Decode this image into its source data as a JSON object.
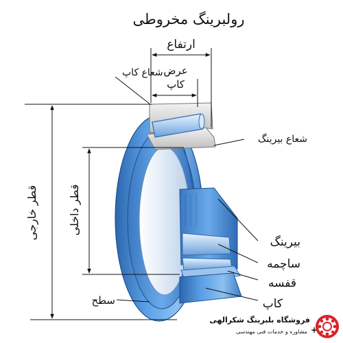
{
  "title": "رولبرینگ مخروطی",
  "labels": {
    "height": "ارتفاع",
    "cup_width_line1": "عرض",
    "cup_width_line2": "کاپ",
    "cup_radius": "شعاع کاپ",
    "bearing_radius": "شعاع بیرینگ",
    "outer_diameter": "قطر خارجی",
    "inner_diameter": "قطر داخلی",
    "bearing": "بیرینگ",
    "roller": "ساچمه",
    "cage": "قفسه",
    "cup": "کاپ",
    "surface": "سطح"
  },
  "logo": {
    "name": "فروشگاه بلبرینگ شکرالهی",
    "tagline": "مشاوره و خدمات فنی مهندسی",
    "plus": "+"
  },
  "colors": {
    "outer_ring": "#5aa0e6",
    "outer_ring_dark": "#2f6fb8",
    "inner_ring": "#4f94e0",
    "bore": "#dbe8f7",
    "roller": "#bcd7f2",
    "section_gray": "#d8d8d8",
    "logo_red": "#d9232d"
  }
}
